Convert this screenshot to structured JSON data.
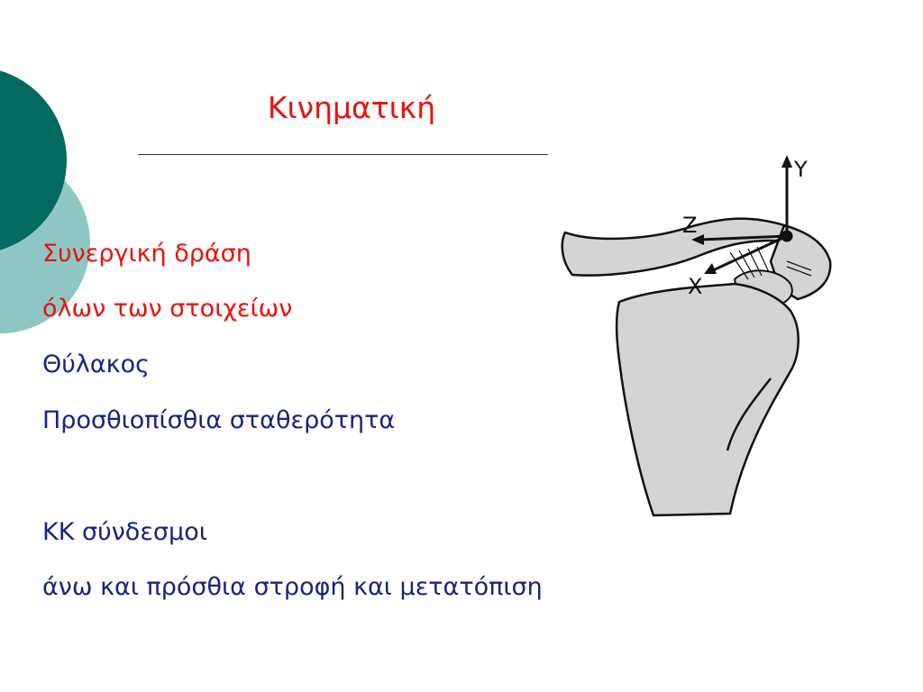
{
  "slide": {
    "title": "Κινηματική",
    "lines": [
      {
        "text": "Συνεργική δράση",
        "color": "#e8120c"
      },
      {
        "text": "όλων των στοιχείων",
        "color": "#e8120c"
      },
      {
        "text": "Θύλακος",
        "color": "#1a237e"
      },
      {
        "text": "Προσθιοπίσθια σταθερότητα",
        "color": "#1a237e"
      },
      {
        "text": "ΚΚ σύνδεσμοι",
        "color": "#1a237e"
      },
      {
        "text": "άνω και πρόσθια στροφή και μετατόπιση",
        "color": "#1a237e"
      }
    ],
    "figure": {
      "axis_labels": {
        "y": "Y",
        "z": "Z",
        "x": "X"
      }
    },
    "colors": {
      "dark_teal": "#046a60",
      "light_teal": "#8fc7c4",
      "bone_fill": "#d4d4d4"
    }
  }
}
